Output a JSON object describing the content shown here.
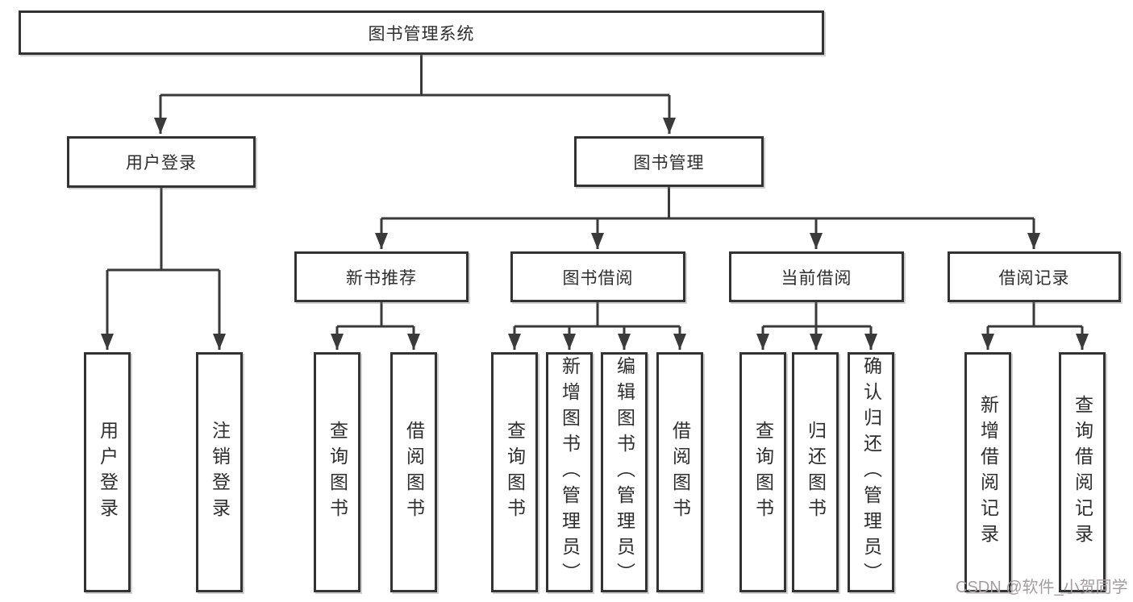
{
  "tree": {
    "root": {
      "label": "图书管理系统",
      "children": [
        {
          "label": "用户登录",
          "children": [
            {
              "label": "用户登录"
            },
            {
              "label": "注销登录"
            }
          ]
        },
        {
          "label": "图书管理",
          "children": [
            {
              "label": "新书推荐",
              "children": [
                {
                  "label": "查询图书"
                },
                {
                  "label": "借阅图书"
                }
              ]
            },
            {
              "label": "图书借阅",
              "children": [
                {
                  "label": "查询图书"
                },
                {
                  "label": "新增图书（管理员）"
                },
                {
                  "label": "编辑图书（管理员）"
                },
                {
                  "label": "借阅图书"
                }
              ]
            },
            {
              "label": "当前借阅",
              "children": [
                {
                  "label": "查询图书"
                },
                {
                  "label": "归还图书"
                },
                {
                  "label": "确认归还（管理员）"
                }
              ]
            },
            {
              "label": "借阅记录",
              "children": [
                {
                  "label": "新增借阅记录"
                },
                {
                  "label": "查询借阅记录"
                }
              ]
            }
          ]
        }
      ]
    }
  },
  "watermark": {
    "text": "CSDN @软件_小贺同学"
  },
  "colors": {
    "line": "#3a3a3a",
    "box_border": "#333333",
    "text": "#2e2e2e",
    "watermark": "#a39d9d",
    "background": "#ffffff"
  }
}
